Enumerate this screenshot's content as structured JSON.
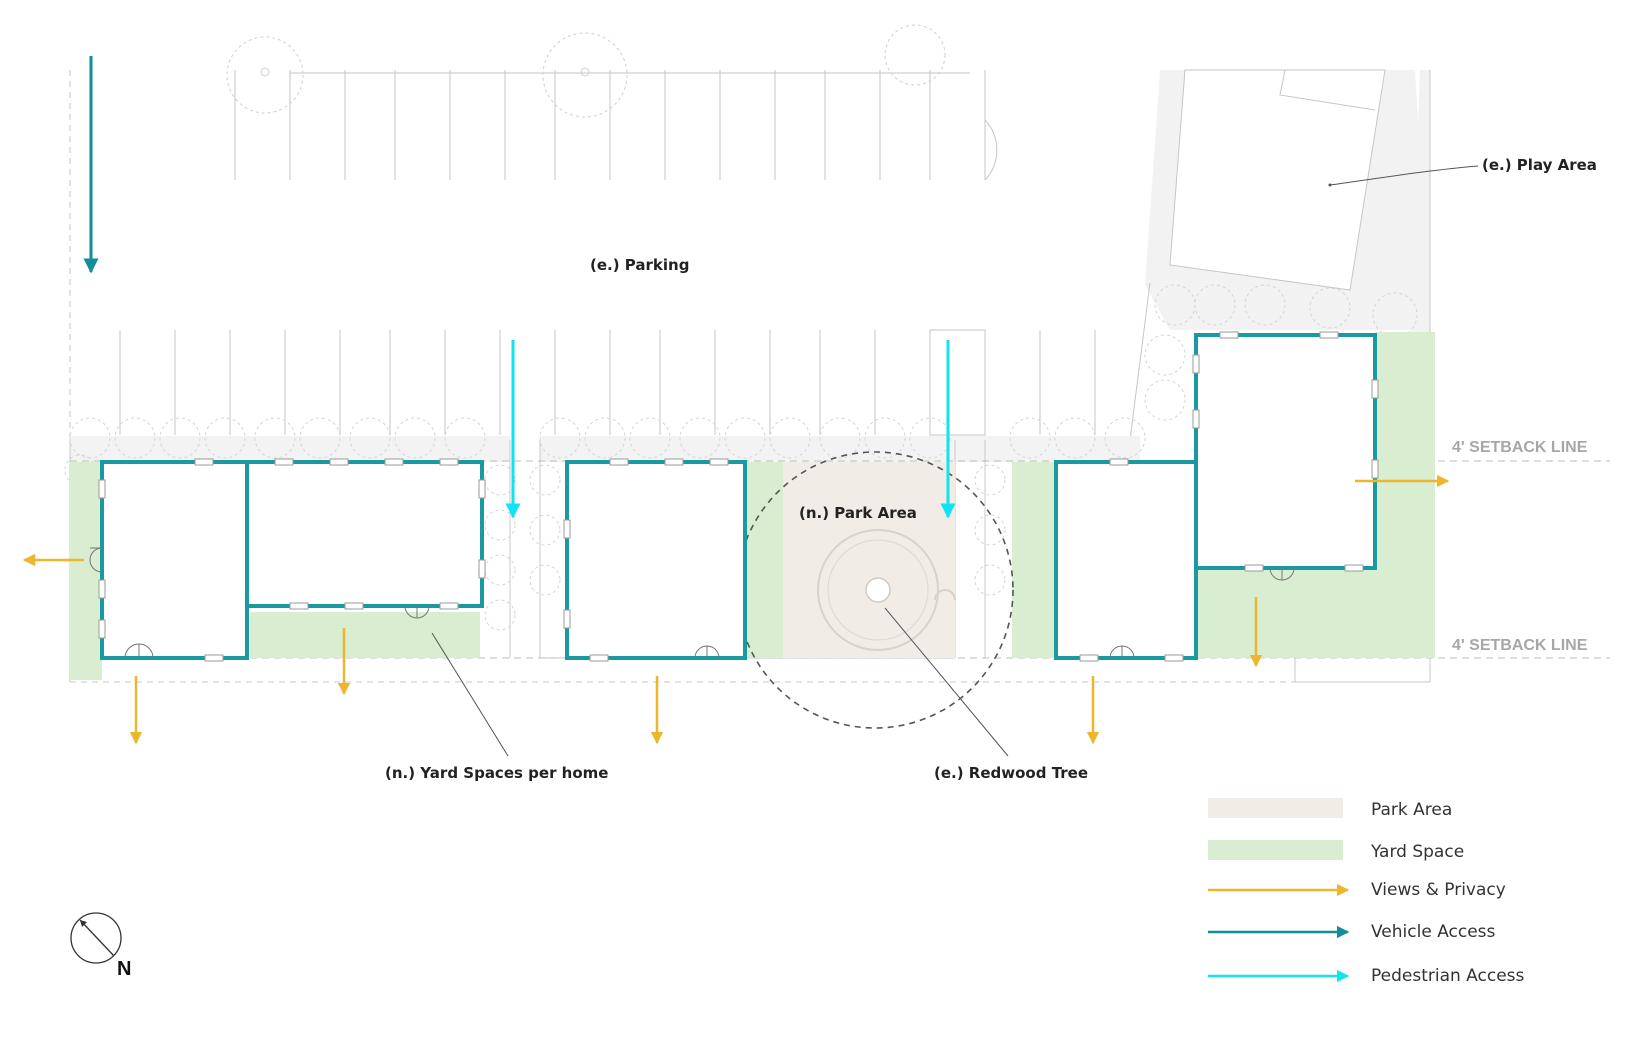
{
  "labels": {
    "parking": "(e.) Parking",
    "play_area": "(e.) Play Area",
    "park_area": "(n.) Park Area",
    "yard_spaces": "(n.) Yard Spaces per home",
    "redwood_tree": "(e.) Redwood Tree",
    "setback_upper": "4' SETBACK LINE",
    "setback_lower": "4' SETBACK LINE",
    "north": "N"
  },
  "legend": {
    "park_area": "Park Area",
    "yard_space": "Yard Space",
    "views_privacy": "Views & Privacy",
    "vehicle_access": "Vehicle Access",
    "pedestrian_access": "Pedestrian Access"
  },
  "colors": {
    "building_wall": "#1a9aa0",
    "park_fill": "#f1ece6",
    "yard_fill": "#d9edd0",
    "views_arrow": "#eeb62e",
    "vehicle_arrow": "#128d99",
    "pedestrian_arrow": "#12e2f2",
    "linework": "#c9c9c9"
  }
}
